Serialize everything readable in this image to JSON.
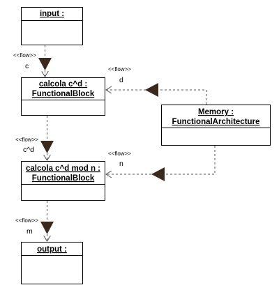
{
  "blocks": {
    "input": {
      "title_line1": "input :"
    },
    "calcola_cd": {
      "title_line1": "calcola c^d :",
      "title_line2": "FunctionalBlock"
    },
    "memory": {
      "title_line1": "Memory :",
      "title_line2": "FunctionalArchitecture"
    },
    "calcola_cd_mod_n": {
      "title_line1": "calcola c^d mod n :",
      "title_line2": "FunctionalBlock"
    },
    "output": {
      "title_line1": "output :"
    }
  },
  "flows": [
    {
      "stereotype": "<<flow>>",
      "label": "c"
    },
    {
      "stereotype": "<<flow>>",
      "label": "d"
    },
    {
      "stereotype": "<<flow>>",
      "label": "c^d"
    },
    {
      "stereotype": "<<flow>>",
      "label": "n"
    },
    {
      "stereotype": "<<flow>>",
      "label": "m"
    }
  ],
  "colors": {
    "line": "#000000",
    "flow_marker": "#3a2a1e",
    "dashed": "#555555"
  }
}
